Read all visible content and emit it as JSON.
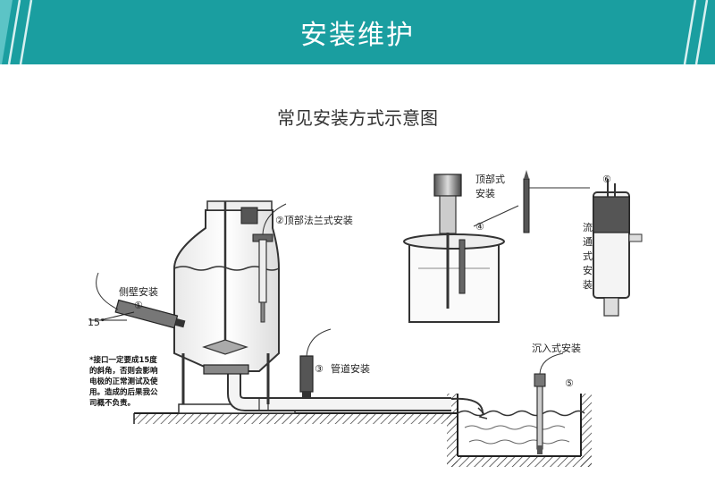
{
  "header": {
    "title": "安装维护",
    "bg_color": "#1a9ea0"
  },
  "subtitle": "常见安装方式示意图",
  "labels": {
    "side_wall": "侧壁安装",
    "side_wall_num": "①",
    "angle": "15°",
    "top_flange": "②顶部法兰式安装",
    "pipe_num": "③",
    "pipe": "管道安装",
    "top_mount_line1": "顶部式",
    "top_mount_line2": "安装",
    "top_num": "④",
    "immersion": "沉入式安装",
    "immersion_num": "⑤",
    "flow_num": "⑥",
    "flow_chars": [
      "流",
      "通",
      "式",
      "安",
      "装"
    ]
  },
  "note": {
    "lines": [
      "*接口一定要成15度",
      "的斜角，否则会影响",
      "电极的正常测试及使",
      "用。造成的后果我公",
      "司概不负责。"
    ]
  }
}
